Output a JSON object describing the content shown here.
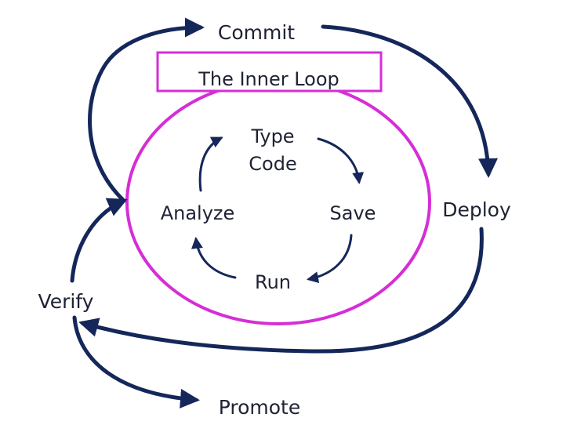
{
  "colors": {
    "arrow": "#15275a",
    "highlight": "#d52ed6",
    "text": "#1e2233",
    "background": "#ffffff"
  },
  "title": "The Inner Loop",
  "inner_steps": {
    "type_code_line1": "Type",
    "type_code_line2": "Code",
    "save": "Save",
    "run": "Run",
    "analyze": "Analyze"
  },
  "outer_steps": {
    "commit": "Commit",
    "deploy": "Deploy",
    "verify": "Verify",
    "promote": "Promote"
  }
}
